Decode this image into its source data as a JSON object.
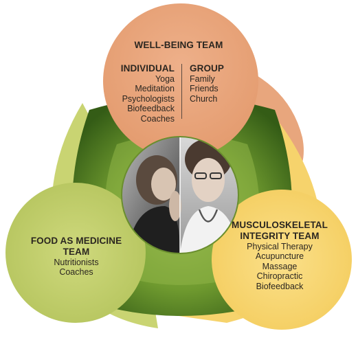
{
  "colors": {
    "wellbeing_fill": "#e8a67d",
    "food_fill": "#bfcd6a",
    "musculoskeletal_fill": "#f8d672",
    "triangle_outer": "#3f6b1d",
    "triangle_inner": "#86ad3f"
  },
  "wellbeing": {
    "title": "WELL-BEING TEAM",
    "individual": {
      "heading": "INDIVIDUAL",
      "items": [
        "Yoga",
        "Meditation",
        "Psychologists",
        "Biofeedback",
        "Coaches"
      ]
    },
    "group": {
      "heading": "GROUP",
      "items": [
        "Family",
        "Friends",
        "Church"
      ]
    }
  },
  "food": {
    "title_line1": "FOOD AS MEDICINE",
    "title_line2": "TEAM",
    "items": [
      "Nutritionists",
      "Coaches"
    ]
  },
  "musculoskeletal": {
    "title_line1": "MUSCULOSKELETAL",
    "title_line2": "INTEGRITY TEAM",
    "items": [
      "Physical Therapy",
      "Acupuncture",
      "Massage",
      "Chiropractic",
      "Biofeedback"
    ]
  }
}
